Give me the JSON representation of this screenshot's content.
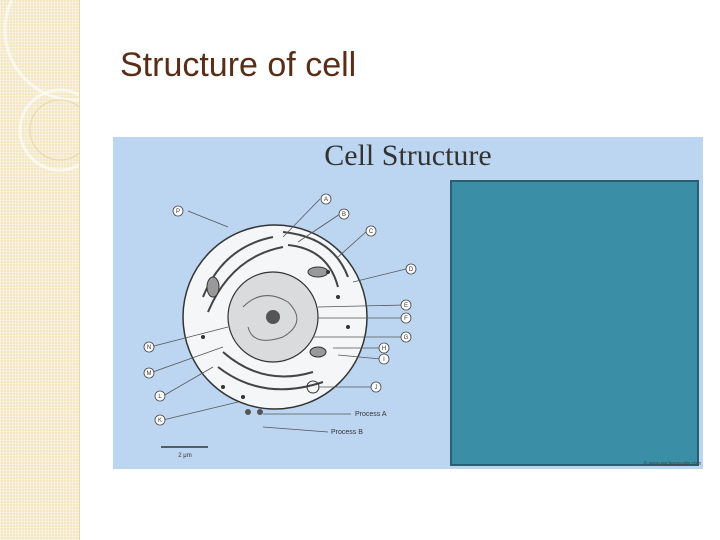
{
  "slide": {
    "title": "Structure of cell"
  },
  "figure": {
    "title": "Cell Structure",
    "callouts": [
      "A",
      "B",
      "C",
      "D",
      "E",
      "F",
      "G",
      "H",
      "I",
      "J",
      "K",
      "L",
      "M",
      "N",
      "P"
    ],
    "process_a": "Process A",
    "process_b": "Process B",
    "scale": "2 μm",
    "copyright": "© www.nucleusguide.com"
  },
  "colors": {
    "title_text": "#5a2d16",
    "figure_bg": "#bcd6f2",
    "cover_box": "#3a8fa6",
    "side_strip": "#f3e7c4"
  }
}
